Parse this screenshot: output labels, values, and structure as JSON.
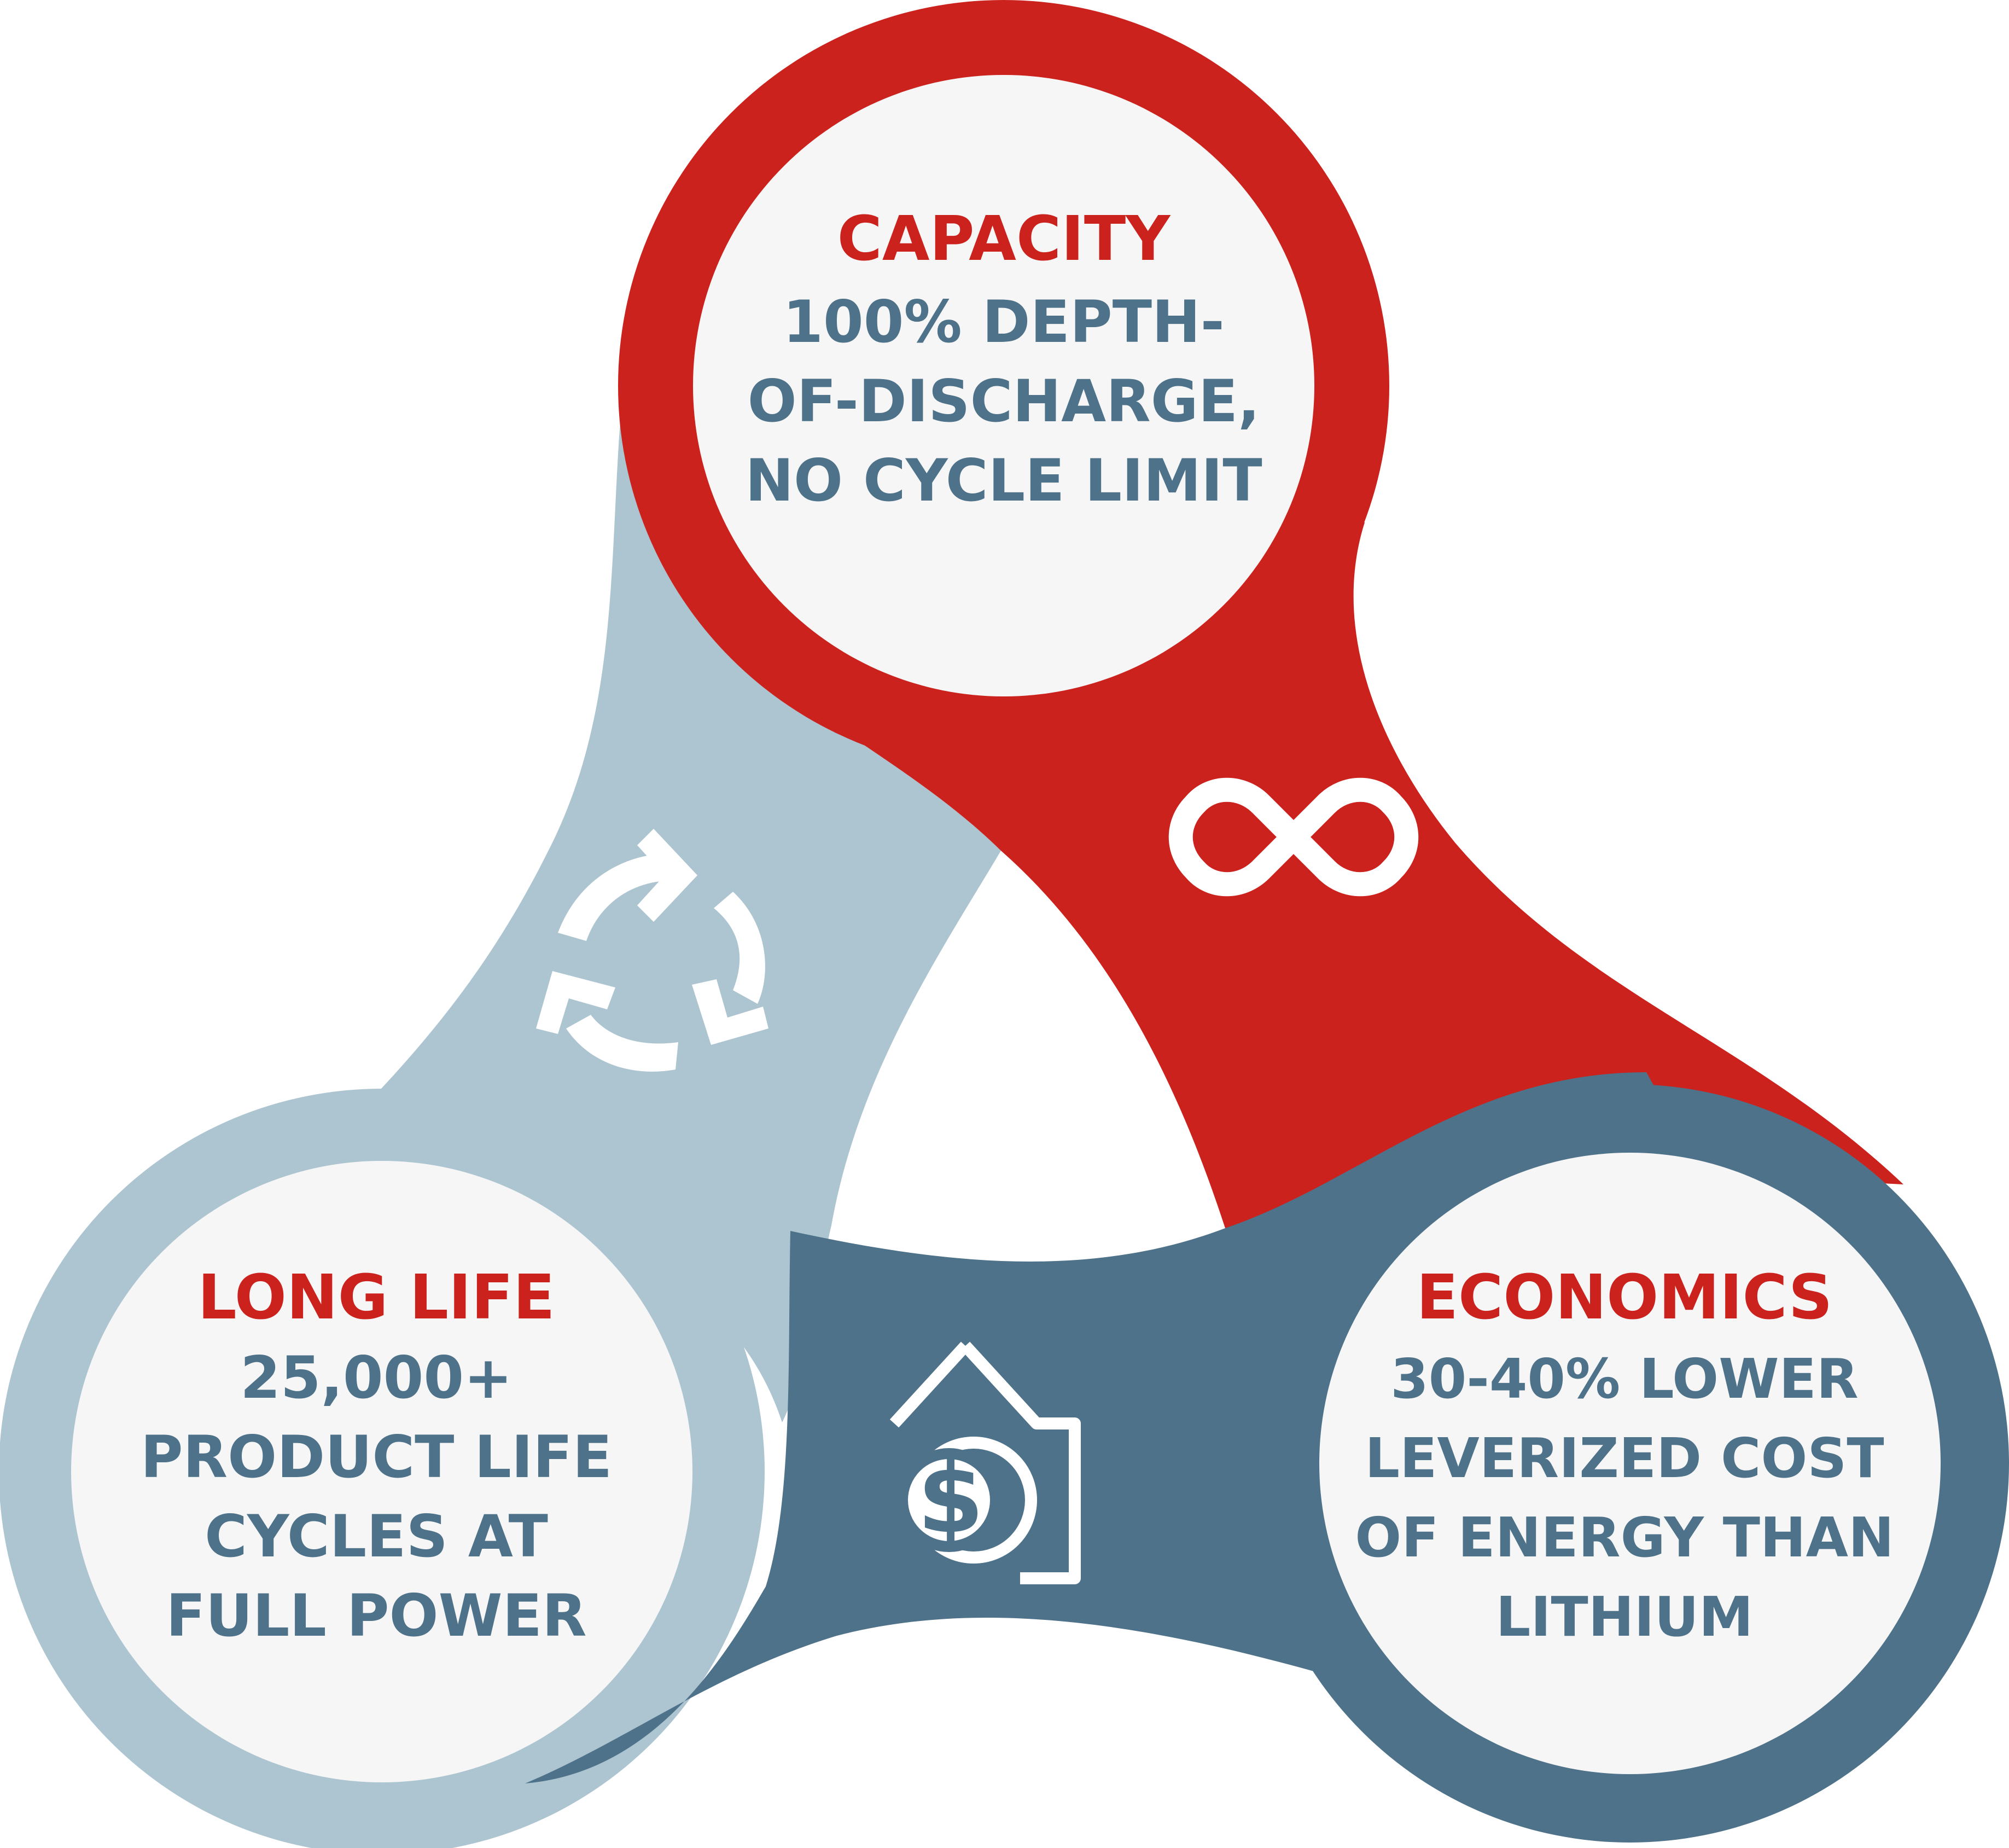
{
  "colors": {
    "red": "#cc221d",
    "light_blue": "#adc4d1",
    "slate_blue": "#4e7289",
    "circle_fill": "#f6f6f6",
    "heading_red": "#cc221d",
    "text_slate": "#4e7289",
    "icon_white": "#ffffff"
  },
  "capacity": {
    "heading": "CAPACITY",
    "lines": [
      "100% DEPTH-",
      "OF-DISCHARGE,",
      "NO CYCLE LIMIT"
    ],
    "icon": "infinity-icon"
  },
  "long_life": {
    "heading": "LONG LIFE",
    "lines": [
      "25,000+",
      "PRODUCT LIFE",
      "CYCLES AT",
      "FULL POWER"
    ],
    "icon": "recycle-arrows-icon"
  },
  "economics": {
    "heading": "ECONOMICS",
    "lines": [
      "30-40% LOWER",
      "LEVERIZED COST",
      "OF ENERGY THAN",
      "LITHIUM"
    ],
    "icon": "dollar-coin-up-arrow-icon"
  }
}
